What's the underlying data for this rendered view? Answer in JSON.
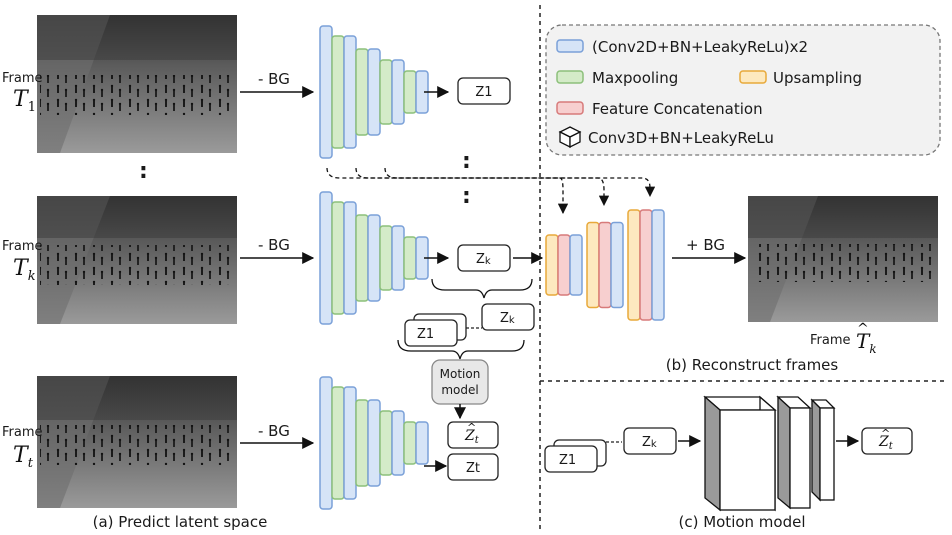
{
  "panels": {
    "a": {
      "caption": "(a) Predict latent space"
    },
    "b": {
      "caption": "(b) Reconstruct frames"
    },
    "c": {
      "caption": "(c) Motion model"
    }
  },
  "legend": {
    "items": [
      {
        "label": "(Conv2D+BN+LeakyReLu)x2",
        "fill": "#d6e4f7",
        "stroke": "#7aa0d8"
      },
      {
        "label": "Maxpooling",
        "fill": "#d4ebc8",
        "stroke": "#8cc07a"
      },
      {
        "label": "Upsampling",
        "fill": "#fde9bf",
        "stroke": "#e8a93a"
      },
      {
        "label": "Feature Concatenation",
        "fill": "#f7cfcf",
        "stroke": "#d77a7a"
      },
      {
        "label": "Conv3D+BN+LeakyReLu",
        "icon": "cube-icon"
      }
    ]
  },
  "frames": {
    "word": "Frame",
    "t1": {
      "base": "T",
      "sub": "1"
    },
    "tk": {
      "base": "T",
      "sub": "k"
    },
    "tt": {
      "base": "T",
      "sub": "t"
    },
    "out": {
      "base": "T",
      "sub": "k",
      "accent": "^"
    }
  },
  "arrows": {
    "minus_bg": "- BG",
    "plus_bg": "+ BG"
  },
  "latents": {
    "z1": "Z1",
    "zk_base": "Z",
    "zk_sub": "k",
    "zt": "Zt",
    "zhat_base": "Z",
    "zhat_sub": "t",
    "zhat_accent": "^"
  },
  "motion_model": {
    "line1": "Motion",
    "line2": "model"
  },
  "ellipsis": ":",
  "colors": {
    "blue_fill": "#d6e4f7",
    "blue_stroke": "#7aa0d8",
    "green_fill": "#d4ebc8",
    "green_stroke": "#8cc07a",
    "orange_fill": "#fde9bf",
    "orange_stroke": "#e8a93a",
    "red_fill": "#f7cfcf",
    "red_stroke": "#d77a7a"
  }
}
